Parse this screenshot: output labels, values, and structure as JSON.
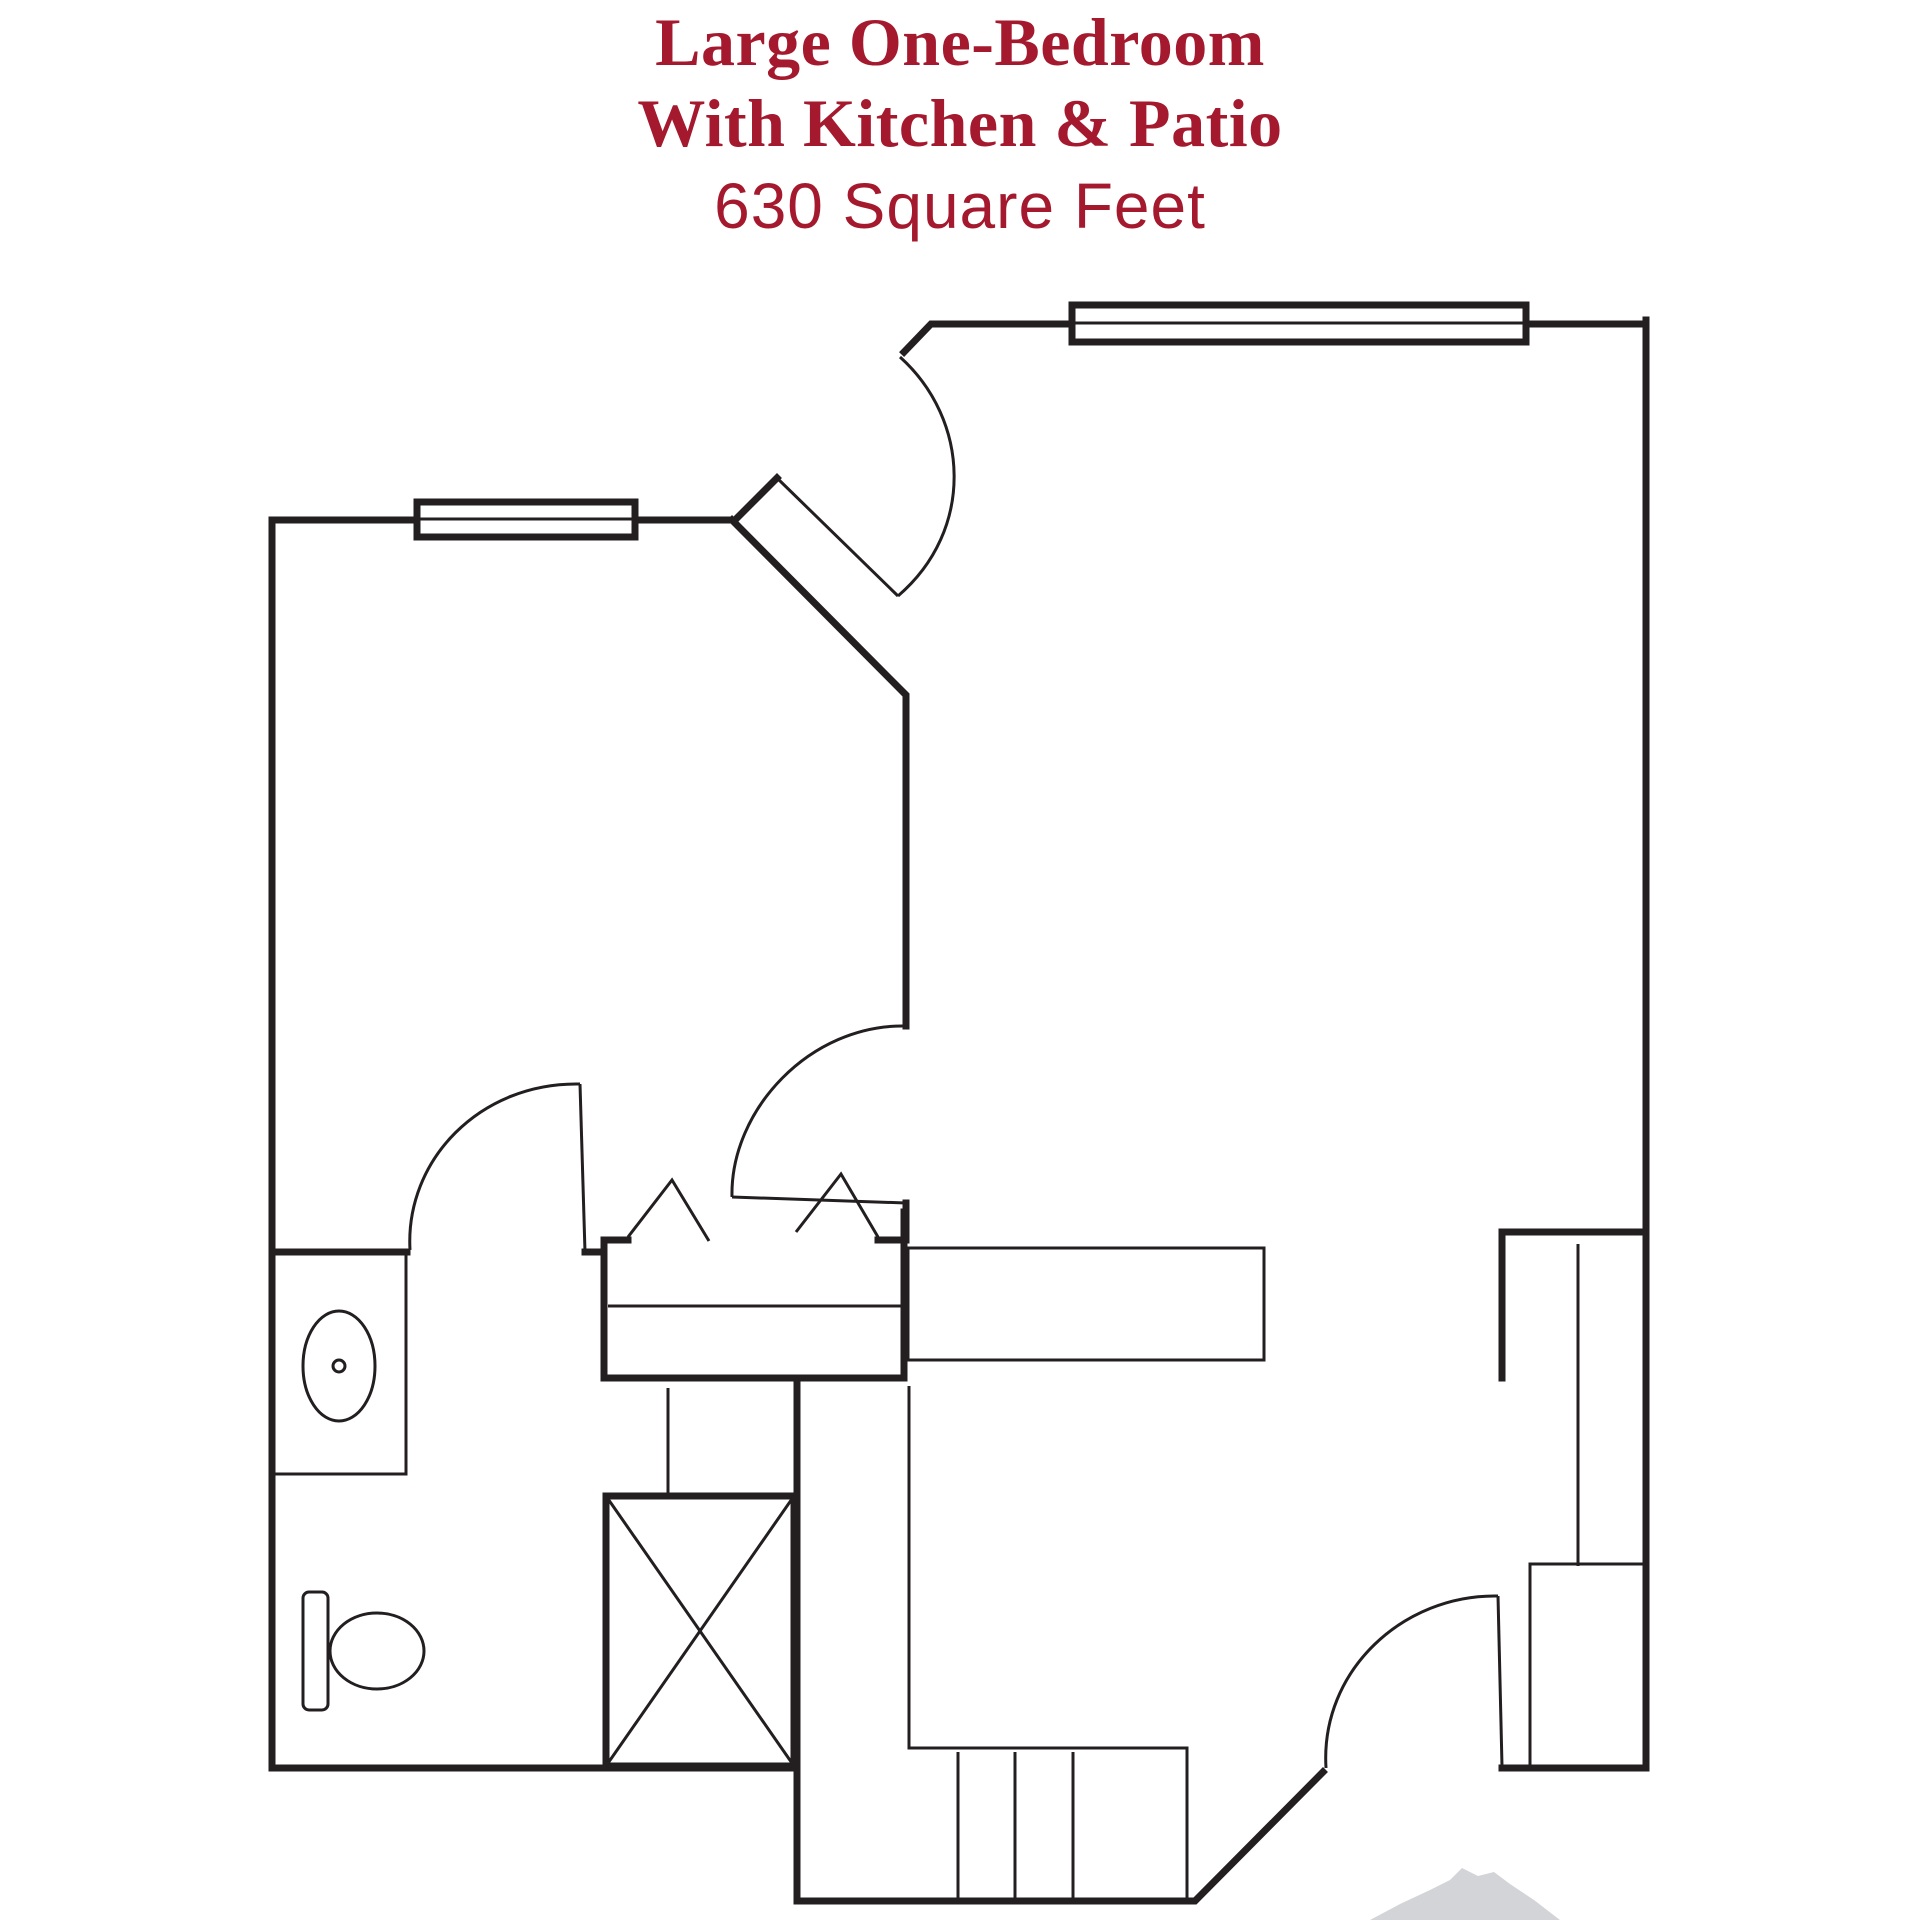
{
  "header": {
    "title_line1": "Large One-Bedroom",
    "title_line2": "With Kitchen & Patio",
    "area": "630 Square Feet"
  },
  "colors": {
    "title": "#a5192e",
    "walls": "#231f20",
    "mountain_graphic": "#d3d4d8"
  },
  "icons": [
    "door-swing-icon",
    "window-icon",
    "sink-icon",
    "toilet-icon",
    "shower-icon",
    "mountain-logo-icon"
  ]
}
